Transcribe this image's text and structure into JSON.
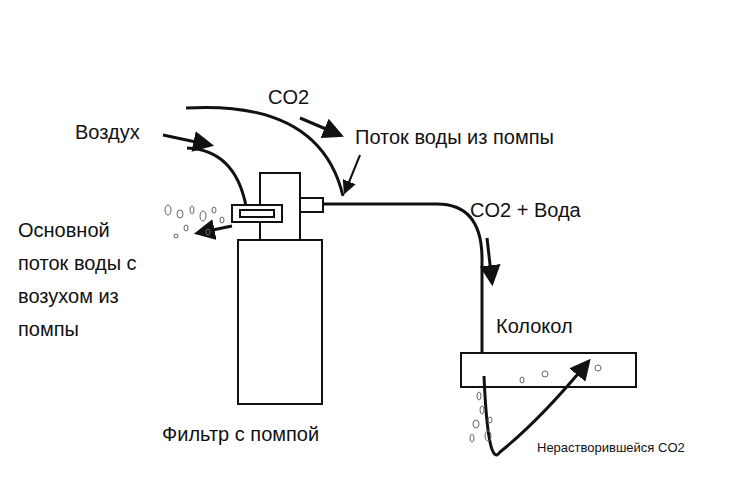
{
  "diagram": {
    "nodes": [
      {
        "text": [
          "Фильтр с помпой"
        ]
      },
      {
        "text": [
          "Колокол"
        ]
      }
    ],
    "edges": [
      {
        "from": 0,
        "to": 1,
        "arrow": "none"
      }
    ],
    "labels": [
      "Воздух",
      "CO2",
      "Поток воды из помпы",
      "Основной поток воды с возухом из помпы",
      "CO2 + Вода",
      "Нерастворившейся CO2"
    ]
  }
}
